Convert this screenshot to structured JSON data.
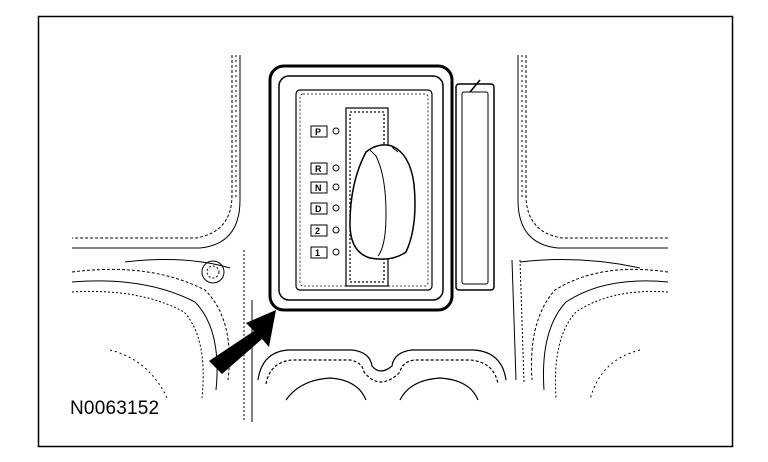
{
  "figure": {
    "id_label": "N0063152"
  },
  "shifter": {
    "gear_labels": [
      "P",
      "R",
      "N",
      "D",
      "2",
      "1"
    ]
  },
  "callout": {
    "icon": "arrow-icon"
  }
}
